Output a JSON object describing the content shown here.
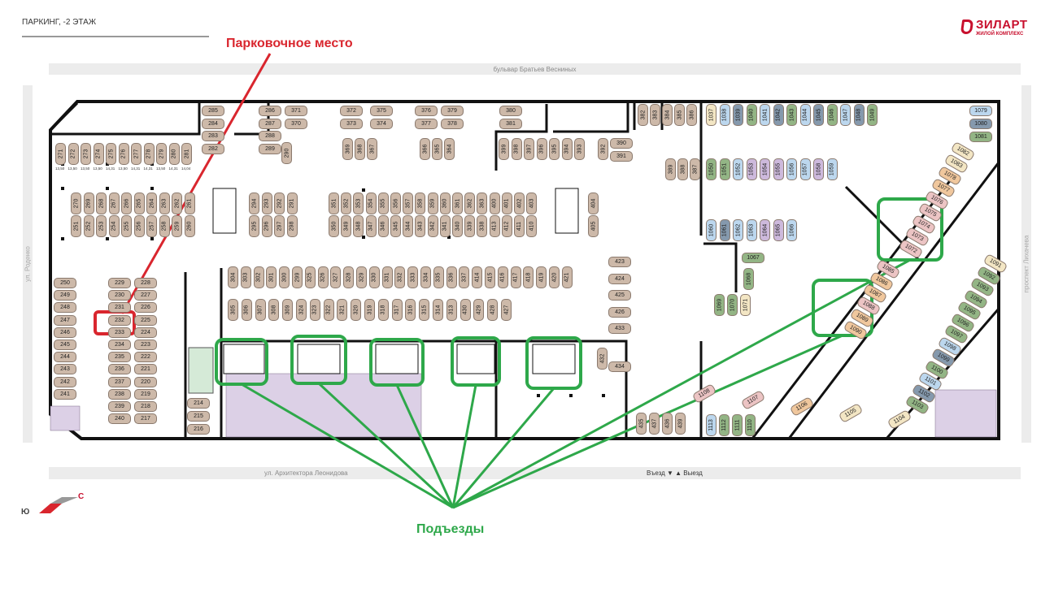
{
  "header": {
    "title": "ПАРКИНГ, -2 ЭТАЖ",
    "logo_text": "ЗИЛАРТ",
    "logo_subtext": "ЖИЛОЙ КОМПЛЕКС"
  },
  "streets": {
    "top": "бульвар Братьев Весниных",
    "bottom": "ул. Архитектора Леонидова",
    "left": "ул. Роденко",
    "right": "проспект Лихачева",
    "entry": "Въезд ▼  ▲ Выезд"
  },
  "annotations": {
    "parking_spot": "Парковочное место",
    "entrances": "Подъезды",
    "highlighted_spot": "232"
  },
  "compass": {
    "north": "С",
    "south": "Ю"
  },
  "colors": {
    "tan": "#cdb9a9",
    "lightblue": "#bcd7ee",
    "slate": "#8599ad",
    "green": "#93b585",
    "lavender": "#cdb9dc",
    "pink": "#ecc4c4",
    "cream": "#f3e6c4",
    "orange": "#f0c79d",
    "red": "#d9262e",
    "greenline": "#2ea84a"
  },
  "spot_groups": [
    {
      "color": "tan",
      "spots": [
        "271",
        "272",
        "273",
        "274",
        "275",
        "276",
        "277",
        "278",
        "279",
        "280",
        "281"
      ]
    },
    {
      "color": "tan",
      "spots": [
        "285",
        "284",
        "283",
        "282"
      ]
    },
    {
      "color": "tan",
      "spots": [
        "286",
        "287",
        "288",
        "289"
      ]
    },
    {
      "color": "tan",
      "spots": [
        "290"
      ]
    },
    {
      "color": "tan",
      "spots": [
        "371",
        "370"
      ]
    },
    {
      "color": "tan",
      "spots": [
        "372",
        "373"
      ]
    },
    {
      "color": "tan",
      "spots": [
        "375",
        "374"
      ]
    },
    {
      "color": "tan",
      "spots": [
        "376",
        "377"
      ]
    },
    {
      "color": "tan",
      "spots": [
        "379",
        "378"
      ]
    },
    {
      "color": "tan",
      "spots": [
        "380",
        "381"
      ]
    },
    {
      "color": "tan",
      "spots": [
        "369",
        "368",
        "367"
      ]
    },
    {
      "color": "tan",
      "spots": [
        "366",
        "365",
        "364"
      ]
    },
    {
      "color": "tan",
      "spots": [
        "399",
        "398",
        "397",
        "396",
        "395",
        "394",
        "393"
      ]
    },
    {
      "color": "tan",
      "spots": [
        "392"
      ]
    },
    {
      "color": "tan",
      "spots": [
        "390",
        "391"
      ]
    },
    {
      "color": "tan",
      "spots": [
        "382",
        "383",
        "384",
        "385",
        "386"
      ]
    },
    {
      "color": "mixed",
      "spots": [
        "1037",
        "1038",
        "1039",
        "1040",
        "1041",
        "1042",
        "1043",
        "1044",
        "1045",
        "1046",
        "1047",
        "1048",
        "1049"
      ],
      "colors": [
        "cream",
        "lightblue",
        "slate",
        "green",
        "lightblue",
        "slate",
        "green",
        "lightblue",
        "slate",
        "green",
        "lightblue",
        "slate",
        "green"
      ]
    },
    {
      "color": "tan",
      "spots": [
        "389",
        "388",
        "387"
      ]
    },
    {
      "color": "mixed",
      "spots": [
        "1050",
        "1051",
        "1052",
        "1053",
        "1054",
        "1055",
        "1056",
        "1057",
        "1058",
        "1059"
      ],
      "colors": [
        "green",
        "green",
        "lightblue",
        "lavender",
        "lavender",
        "lavender",
        "lightblue",
        "lightblue",
        "lavender",
        "lightblue"
      ]
    },
    {
      "color": "tan",
      "spots": [
        "270",
        "269",
        "268",
        "267",
        "266",
        "265",
        "264",
        "263",
        "262",
        "261"
      ]
    },
    {
      "color": "tan",
      "spots": [
        "251",
        "252",
        "253",
        "254",
        "255",
        "256",
        "257",
        "258",
        "259",
        "260"
      ]
    },
    {
      "color": "tan",
      "spots": [
        "294",
        "293",
        "292",
        "291"
      ]
    },
    {
      "color": "tan",
      "spots": [
        "295",
        "296",
        "297",
        "298"
      ]
    },
    {
      "color": "tan",
      "spots": [
        "351",
        "352",
        "353",
        "354",
        "355",
        "356",
        "357",
        "358",
        "359",
        "360",
        "361",
        "362",
        "363",
        "400",
        "401",
        "402",
        "403"
      ]
    },
    {
      "color": "tan",
      "spots": [
        "350",
        "349",
        "348",
        "347",
        "346",
        "345",
        "344",
        "343",
        "342",
        "341",
        "340",
        "339",
        "338",
        "413",
        "412",
        "411",
        "410"
      ]
    },
    {
      "color": "tan",
      "spots": [
        "404",
        "405"
      ]
    },
    {
      "color": "mixed",
      "spots": [
        "1060",
        "1061",
        "1062",
        "1063",
        "1064",
        "1065",
        "1066"
      ],
      "colors": [
        "lightblue",
        "slate",
        "lightblue",
        "lightblue",
        "lavender",
        "lavender",
        "lightblue"
      ]
    },
    {
      "color": "tan",
      "spots": [
        "304",
        "303",
        "302",
        "301",
        "300",
        "299",
        "325",
        "326",
        "327",
        "328",
        "329",
        "330",
        "331",
        "332",
        "333",
        "334",
        "335",
        "336",
        "337",
        "414",
        "415",
        "416",
        "417",
        "418",
        "419",
        "420",
        "421"
      ]
    },
    {
      "color": "tan",
      "spots": [
        "305",
        "306",
        "307",
        "308",
        "309",
        "324",
        "323",
        "322",
        "321",
        "320",
        "319",
        "318",
        "317",
        "316",
        "315",
        "314",
        "313",
        "430",
        "429",
        "428",
        "427"
      ]
    },
    {
      "color": "tan",
      "spots": [
        "423",
        "424",
        "425",
        "426",
        "433"
      ]
    },
    {
      "color": "tan",
      "spots": [
        "432"
      ]
    },
    {
      "color": "tan",
      "spots": [
        "434"
      ]
    },
    {
      "color": "tan",
      "spots": [
        "250",
        "249",
        "248",
        "247",
        "246",
        "245",
        "244",
        "243",
        "242",
        "241"
      ]
    },
    {
      "color": "tan",
      "spots": [
        "229",
        "230",
        "231",
        "232",
        "233",
        "234",
        "235",
        "236",
        "237",
        "238",
        "239",
        "240"
      ]
    },
    {
      "color": "tan",
      "spots": [
        "228",
        "227",
        "226",
        "225",
        "224",
        "223",
        "222",
        "221",
        "220",
        "219",
        "218",
        "217"
      ]
    },
    {
      "color": "tan",
      "spots": [
        "214",
        "215",
        "216"
      ]
    },
    {
      "color": "tan",
      "spots": [
        "435",
        "437",
        "436",
        "439"
      ]
    },
    {
      "color": "mixed",
      "spots": [
        "1113",
        "1112",
        "1111",
        "1110"
      ],
      "colors": [
        "lightblue",
        "green",
        "green",
        "green"
      ]
    },
    {
      "color": "mixed",
      "spots": [
        "1079",
        "1080",
        "1081"
      ],
      "colors": [
        "lightblue",
        "slate",
        "green"
      ]
    },
    {
      "color": "mixed",
      "spots": [
        "1067",
        "1068"
      ],
      "colors": [
        "green",
        "green"
      ]
    },
    {
      "color": "mixed",
      "spots": [
        "1069",
        "1070",
        "1071"
      ],
      "colors": [
        "green",
        "green",
        "cream"
      ]
    },
    {
      "color": "mixed",
      "spots": [
        "1082",
        "1083",
        "1078",
        "1077",
        "1076",
        "1075",
        "1074",
        "1073",
        "1072"
      ],
      "colors": [
        "cream",
        "cream",
        "orange",
        "orange",
        "pink",
        "pink",
        "pink",
        "pink",
        "pink"
      ]
    },
    {
      "color": "mixed",
      "spots": [
        "1085",
        "1086",
        "1087",
        "1088",
        "1089",
        "1090"
      ],
      "colors": [
        "pink",
        "orange",
        "orange",
        "pink",
        "orange",
        "orange"
      ]
    },
    {
      "color": "mixed",
      "spots": [
        "1091",
        "1092",
        "1093",
        "1094",
        "1095",
        "1096",
        "1097",
        "1098",
        "1099",
        "1100",
        "1101",
        "1102",
        "1103"
      ],
      "colors": [
        "cream",
        "green",
        "green",
        "green",
        "green",
        "green",
        "green",
        "lightblue",
        "slate",
        "green",
        "lightblue",
        "slate",
        "green"
      ]
    },
    {
      "color": "mixed",
      "spots": [
        "1104",
        "1105",
        "1106",
        "1107",
        "1108"
      ],
      "colors": [
        "cream",
        "cream",
        "orange",
        "pink",
        "pink"
      ]
    }
  ],
  "dimensions_row_271": [
    "13,50",
    "13,50",
    "13,50",
    "13,50",
    "14,31",
    "13,50",
    "14,31",
    "14,31",
    "13,50",
    "14,31",
    "14,04"
  ]
}
